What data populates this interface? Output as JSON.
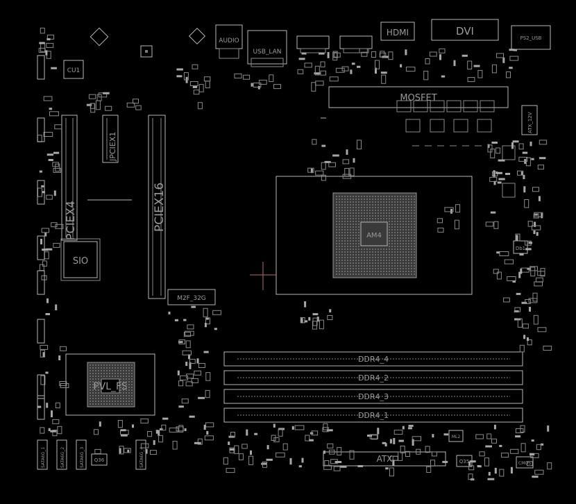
{
  "labels": {
    "audio": "AUDIO",
    "usb_lan": "USB_LAN",
    "hdmi": "HDMI",
    "dvi": "DVI",
    "ps2_usb": "PS2_USB",
    "cu1": "CU1",
    "pciex4": "PCIEX4",
    "pciex1": "JPCIEX1",
    "pciex16": "PCIEX16",
    "sio": "SIO",
    "m2": "M2F_32G",
    "pch": "PVL_FS",
    "cpu": "AM4",
    "mos": "MOSFET",
    "atx12v": "ATX_12V",
    "ddr1": "DDR4_4",
    "ddr2": "DDR4_2",
    "ddr3": "DDR4_3",
    "ddr4": "DDR4_1",
    "atx": "ATX",
    "q36": "Q36",
    "q35": "Q35",
    "cmos": "CMOS",
    "ml2": "ML2",
    "db1": "Db1",
    "sata1": "SATA6G_1",
    "sata2": "SATA6G_2",
    "sata3": "SATA6G_3",
    "sata4": "SATA6G_4"
  }
}
